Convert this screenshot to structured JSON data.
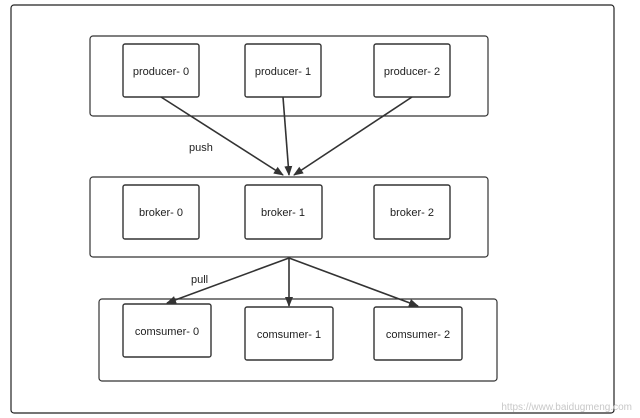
{
  "producers": [
    "producer- 0",
    "producer- 1",
    "producer- 2"
  ],
  "brokers": [
    "broker- 0",
    "broker- 1",
    "broker- 2"
  ],
  "consumers": [
    "comsumer- 0",
    "comsumer- 1",
    "comsumer- 2"
  ],
  "edge_labels": {
    "push": "push",
    "pull": "pull"
  },
  "watermark": "https://www.baidugmeng.com"
}
